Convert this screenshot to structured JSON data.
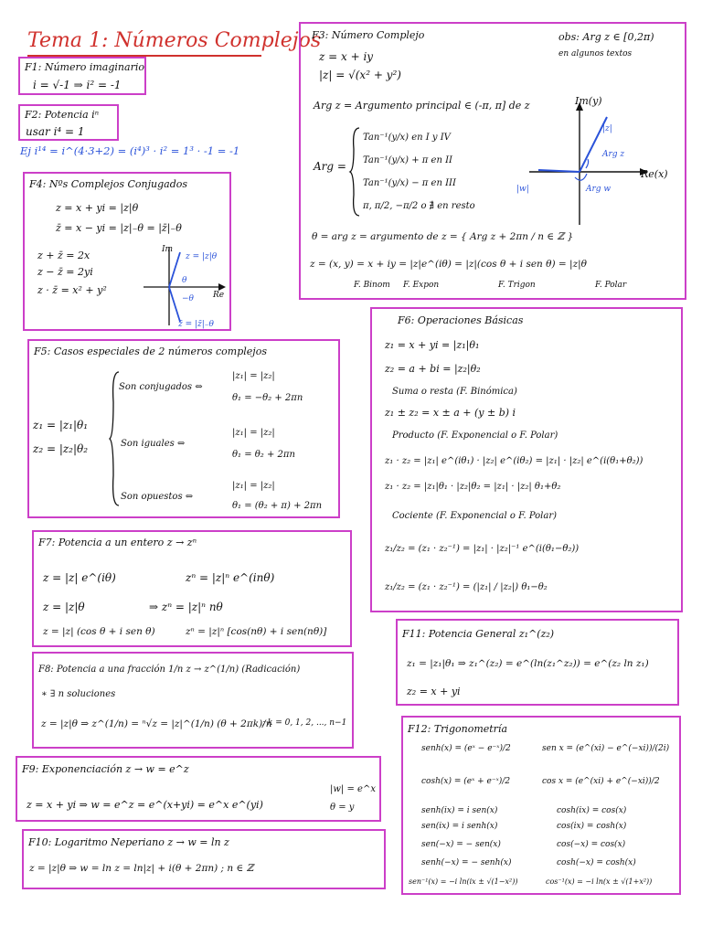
{
  "title": "Tema 1: Números Complejos",
  "f1": {
    "header": "F1: Número imaginario",
    "line1": "i = √-1   ⇒  i² = -1"
  },
  "f2": {
    "header": "F2: Potencia iⁿ",
    "line1": "usar  i⁴ = 1",
    "example": "Ej  i¹⁴ = i^(4·3+2) = (i⁴)³ · i² = 1³ · -1 = -1"
  },
  "f3": {
    "header": "F3: Número Complejo",
    "obs1": "obs: Arg z ∈ [0,2π)",
    "obs2": "en algunos textos",
    "line1": "z = x + iy",
    "line2": "|z| = √(x² + y²)",
    "argdef": "Arg z = Argumento principal ∈ (-π, π] de z",
    "arglabel": "Arg =",
    "case1": "Tan⁻¹(y/x)    en I y IV",
    "case2": "Tan⁻¹(y/x) + π   en II",
    "case3": "Tan⁻¹(y/x) − π   en III",
    "case4": "π, π/2, −π/2 o ∄  en resto",
    "theta": "θ = arg z = argumento de z = { Arg z + 2πn / n ∈ ℤ }",
    "forms": "z = (x, y) = x + iy = |z|e^(iθ) = |z|(cos θ + i sen θ) = |z|θ",
    "form_binom": "F. Binom",
    "form_expon": "F. Expon",
    "form_trigon": "F. Trigon",
    "form_polar": "F. Polar",
    "axis_im": "Im(y)",
    "axis_re": "Re(x)",
    "lbl_modz": "|z|",
    "lbl_argz": "Arg z",
    "lbl_modw": "|w|",
    "lbl_argw": "Arg w"
  },
  "f4": {
    "header": "F4: Nºs Complejos Conjugados",
    "line1": "z = x + yi = |z|θ",
    "line2": "z̄ = x − yi = |z|₋θ = |z̄|₋θ",
    "line3": "z + z̄ = 2x",
    "line4": "z − z̄ = 2yi",
    "line5": "z · z̄ = x² + y²",
    "axis_im": "Im",
    "axis_re": "Re",
    "lbl_z": "z = |z|θ",
    "lbl_zbar": "z̄ = |z̄|₋θ",
    "lbl_theta": "θ",
    "lbl_mtheta": "−θ"
  },
  "f5": {
    "header": "F5: Casos especiales de 2 números complejos",
    "z1": "z₁ = |z₁|θ₁",
    "z2": "z₂ = |z₂|θ₂",
    "c1": "Son conjugados ⇔",
    "c1a": "|z₁| = |z₂|",
    "c1b": "θ₁ = −θ₂ + 2πn",
    "c2": "Son iguales ⇔",
    "c2a": "|z₁| = |z₂|",
    "c2b": "θ₁ = θ₂ + 2πn",
    "c3": "Son opuestos ⇔",
    "c3a": "|z₁| = |z₂|",
    "c3b": "θ₁ = (θ₂ + π) + 2πn"
  },
  "f6": {
    "header": "F6: Operaciones Básicas",
    "z1": "z₁ = x + yi = |z₁|θ₁",
    "z2": "z₂ = a + bi = |z₂|θ₂",
    "sum": "Suma o resta (F. Binómica)",
    "sumf": "z₁ ± z₂ = x ± a + (y ± b) i",
    "prod": "Producto (F. Exponencial o F. Polar)",
    "prod1": "z₁ · z₂ = |z₁| e^(iθ₁) · |z₂| e^(iθ₂) = |z₁| · |z₂| e^(i(θ₁+θ₂))",
    "prod2": "z₁ · z₂ = |z₁|θ₁ · |z₂|θ₂ = |z₁| · |z₂| θ₁+θ₂",
    "coc": "Cociente (F. Exponencial o F. Polar)",
    "coc1": "z₁/z₂ = (z₁ · z₂⁻¹) = |z₁| · |z₂|⁻¹ e^(i(θ₁−θ₂))",
    "coc2": "z₁/z₂ = (z₁ · z₂⁻¹) = (|z₁| / |z₂|) θ₁−θ₂"
  },
  "f7": {
    "header": "F7: Potencia a un entero   z → zⁿ",
    "l1a": "z = |z| e^(iθ)",
    "l1b": "zⁿ = |z|ⁿ e^(inθ)",
    "l2a": "z = |z|θ",
    "l2b": "⇒  zⁿ = |z|ⁿ nθ",
    "l3a": "z = |z| (cos θ + i sen θ)",
    "l3b": "zⁿ = |z|ⁿ [cos(nθ) + i sen(nθ)]"
  },
  "f8": {
    "header": "F8: Potencia a una fracción 1/n    z → z^(1/n)  (Radicación)",
    "sol": "∗ ∃ n soluciones",
    "l1": "z = |z|θ    ⇒  z^(1/n) = ⁿ√z = |z|^(1/n)  (θ + 2πk)/n",
    "k": "; k = 0, 1, 2, ..., n−1"
  },
  "f9": {
    "header": "F9: Exponenciación    z → w = e^z",
    "l1": "z = x + yi    ⇒  w = e^z = e^(x+yi) = e^x e^(yi)",
    "r1": "|w| = e^x",
    "r2": "θ = y"
  },
  "f10": {
    "header": "F10: Logaritmo Neperiano    z → w = ln z",
    "l1": "z = |z|θ    ⇒  w = ln z = ln|z| + i(θ + 2πn) ; n ∈ ℤ"
  },
  "f11": {
    "header": "F11: Potencia General    z₁^(z₂)",
    "l1": "z₁ = |z₁|θ₁      ⇒  z₁^(z₂) = e^(ln(z₁^z₂)) = e^(z₂ ln z₁)",
    "l2": "z₂ = x + yi"
  },
  "f12": {
    "header": "F12: Trigonometría",
    "r1a": "senh(x) = (eˣ − e⁻ˣ)/2",
    "r1b": "sen x = (e^(xi) − e^(−xi))/(2i)",
    "r2a": "cosh(x) = (eˣ + e⁻ˣ)/2",
    "r2b": "cos x = (e^(xi) + e^(−xi))/2",
    "r3a": "senh(ix) = i sen(x)",
    "r3b": "cosh(ix) = cos(x)",
    "r4a": "sen(ix) = i senh(x)",
    "r4b": "cos(ix) = cosh(x)",
    "r5a": "sen(−x) = − sen(x)",
    "r5b": "cos(−x) = cos(x)",
    "r6a": "senh(−x) = − senh(x)",
    "r6b": "cosh(−x) = cosh(x)",
    "r7a": "sen⁻¹(x) = −i ln(ix ± √(1−x²))",
    "r7b": "cos⁻¹(x) = −i ln(x ± √(1+x²))"
  },
  "colors": {
    "box": "#cc3fc8",
    "title": "#d0312d",
    "accent": "#2a52d9"
  }
}
